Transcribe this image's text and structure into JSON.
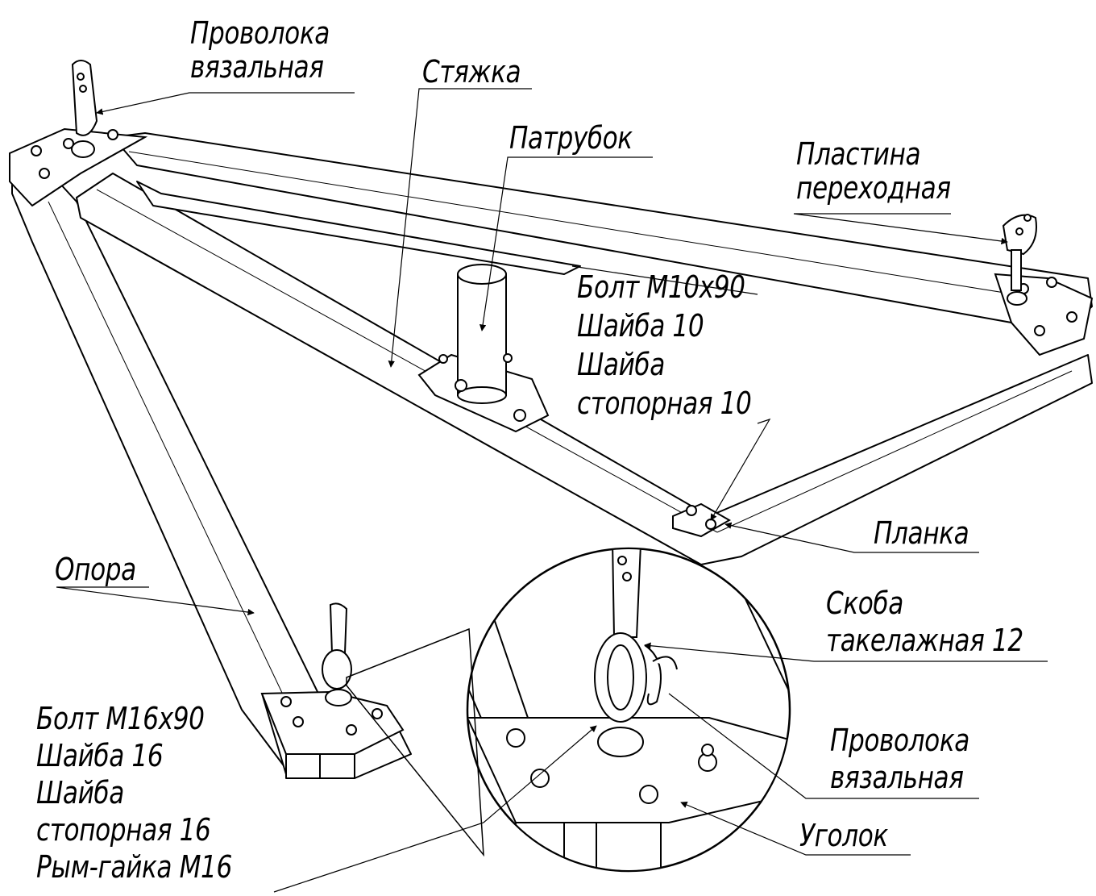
{
  "diagram": {
    "colors": {
      "stroke": "#000000",
      "background": "#ffffff",
      "fill_light": "#f2f2f2"
    },
    "callouts": {
      "wire_top": [
        "Проволока",
        "вязальная"
      ],
      "tie": "Стяжка",
      "pipe": "Патрубок",
      "adapter_plate": [
        "Пластина",
        "переходная"
      ],
      "bolt_m10": [
        "Болт М10х90",
        "Шайба 10",
        "Шайба",
        "стопорная 10"
      ],
      "strip": "Планка",
      "support": "Опора",
      "shackle": [
        "Скоба",
        "такелажная 12"
      ],
      "bolt_m16": [
        "Болт М16х90",
        "Шайба 16",
        "Шайба",
        "стопорная 16",
        "Рым-гайка М16"
      ],
      "wire_detail": [
        "Проволока",
        "вязальная"
      ],
      "angle": "Уголок"
    }
  }
}
